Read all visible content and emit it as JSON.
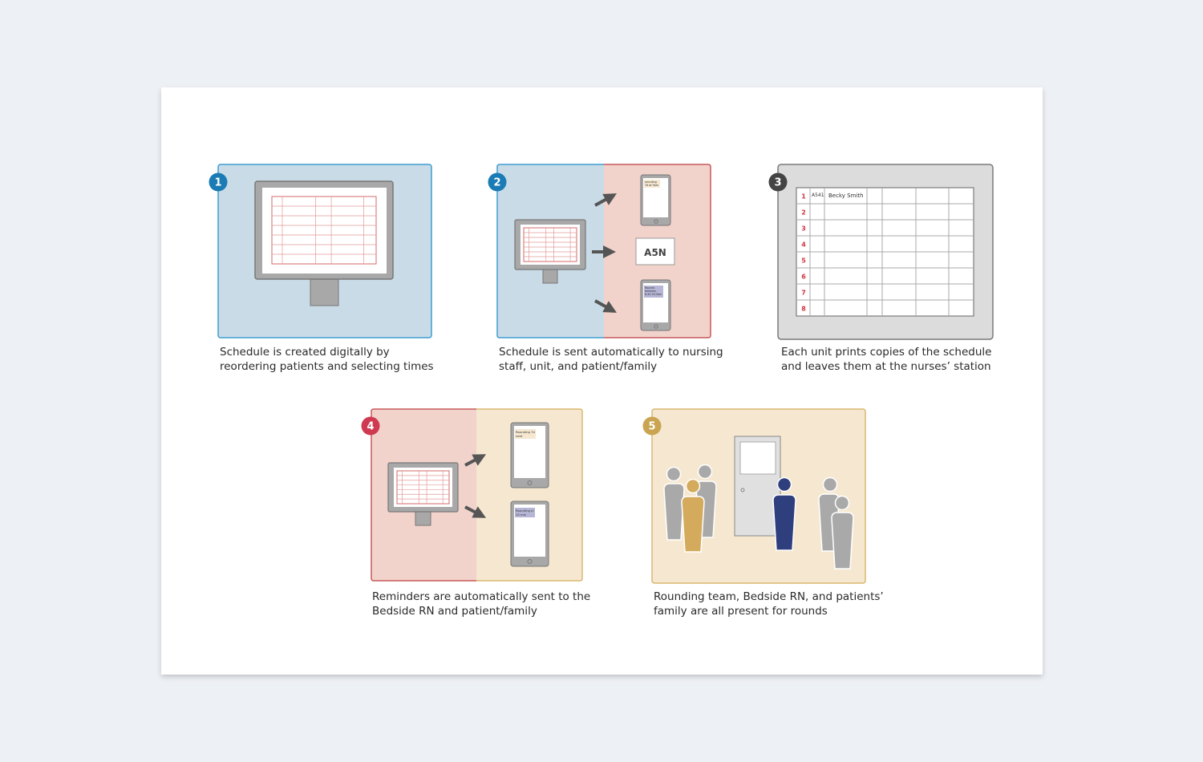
{
  "colors": {
    "blue_fill": "#c9dbe7",
    "blue_border": "#3e9dd0",
    "blue_badge": "#1a7bb5",
    "pink_fill": "#f2d3cc",
    "red_border": "#c9585a",
    "red_badge": "#cf3a52",
    "gray_fill": "#dcdcdc",
    "gray_border": "#7a7a7a",
    "dark_badge": "#444444",
    "beige_fill": "#f6e8d0",
    "gold_border": "#d8b871",
    "gold_badge": "#c9a451",
    "navy_person": "#2f3f7e",
    "gold_person": "#d4ab5c"
  },
  "steps": [
    {
      "badge": "1",
      "caption": [
        "Schedule is created digitally by",
        "reordering patients and selecting times"
      ]
    },
    {
      "badge": "2",
      "caption": [
        "Schedule is sent automatically to nursing",
        "staff, unit, and patient/family"
      ],
      "phone_top_text": [
        "rounding",
        "7d at 9am"
      ],
      "unit_label": "A5N",
      "phone_bottom_text": [
        "Rounds",
        "between",
        "8:45-9:15am"
      ]
    },
    {
      "badge": "3",
      "caption": [
        "Each unit prints copies of the schedule",
        "and leaves them at the nurses’ station"
      ],
      "rows": [
        "1",
        "2",
        "3",
        "4",
        "5",
        "6",
        "7",
        "8"
      ],
      "first_room": "A541",
      "first_patient": "Becky Smith"
    },
    {
      "badge": "4",
      "caption": [
        "Reminders are automatically sent to the",
        "Bedside RN and patient/family"
      ],
      "phone_top_text": [
        "Rounding 7d",
        "next"
      ],
      "phone_bottom_text": [
        "Rounding in",
        "15 min"
      ]
    },
    {
      "badge": "5",
      "caption": [
        "Rounding team, Bedside RN, and patients’",
        "family are all present for rounds"
      ]
    }
  ]
}
